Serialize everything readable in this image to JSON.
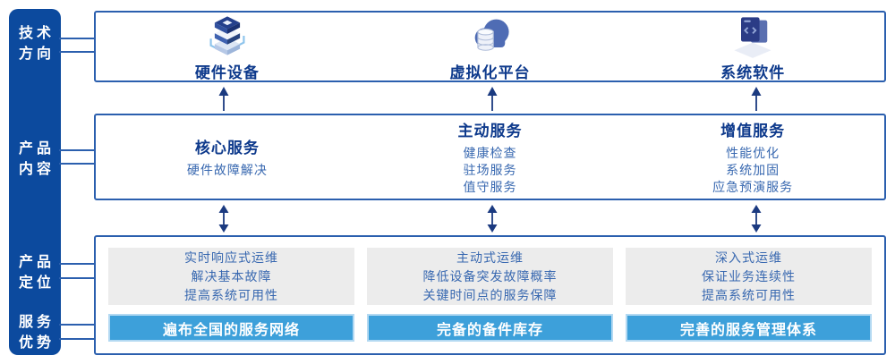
{
  "colors": {
    "sidebar_bg": "#0c4a9e",
    "box_border": "#2b5fae",
    "heading_text": "#0e3a8c",
    "body_text": "#3868b0",
    "gray_panel_bg": "#ececec",
    "blue_bar_bg": "#3da0da",
    "blue_bar_border": "#b3d9f2",
    "blue_bar_text": "#ffffff",
    "sidebar_text": "#ffffff",
    "arrow": "#1b3a80",
    "connector": "#2b5fae"
  },
  "sidebar": {
    "items": [
      {
        "label": "技术方向",
        "lines": [
          "技术",
          "方向"
        ]
      },
      {
        "label": "产品内容",
        "lines": [
          "产品",
          "内容"
        ]
      },
      {
        "label": "产品定位",
        "lines": [
          "产品",
          "定位"
        ]
      },
      {
        "label": "服务优势",
        "lines": [
          "服务",
          "优势"
        ]
      }
    ]
  },
  "tech_row": {
    "items": [
      {
        "label": "硬件设备",
        "icon": "hardware-stack-icon"
      },
      {
        "label": "虚拟化平台",
        "icon": "cloud-database-icon"
      },
      {
        "label": "系统软件",
        "icon": "software-window-icon"
      }
    ]
  },
  "content_row": {
    "columns": [
      {
        "title": "核心服务",
        "items": [
          "硬件故障解决"
        ]
      },
      {
        "title": "主动服务",
        "items": [
          "健康检查",
          "驻场服务",
          "值守服务"
        ]
      },
      {
        "title": "增值服务",
        "items": [
          "性能优化",
          "系统加固",
          "应急预演服务"
        ]
      }
    ]
  },
  "bottom_row": {
    "columns": [
      {
        "positioning": [
          "实时响应式运维",
          "解决基本故障",
          "提高系统可用性"
        ],
        "advantage": "遍布全国的服务网络"
      },
      {
        "positioning": [
          "主动式运维",
          "降低设备突发故障概率",
          "关键时间点的服务保障"
        ],
        "advantage": "完备的备件库存"
      },
      {
        "positioning": [
          "深入式运维",
          "保证业务连续性",
          "提高系统可用性"
        ],
        "advantage": "完善的服务管理体系"
      }
    ]
  }
}
